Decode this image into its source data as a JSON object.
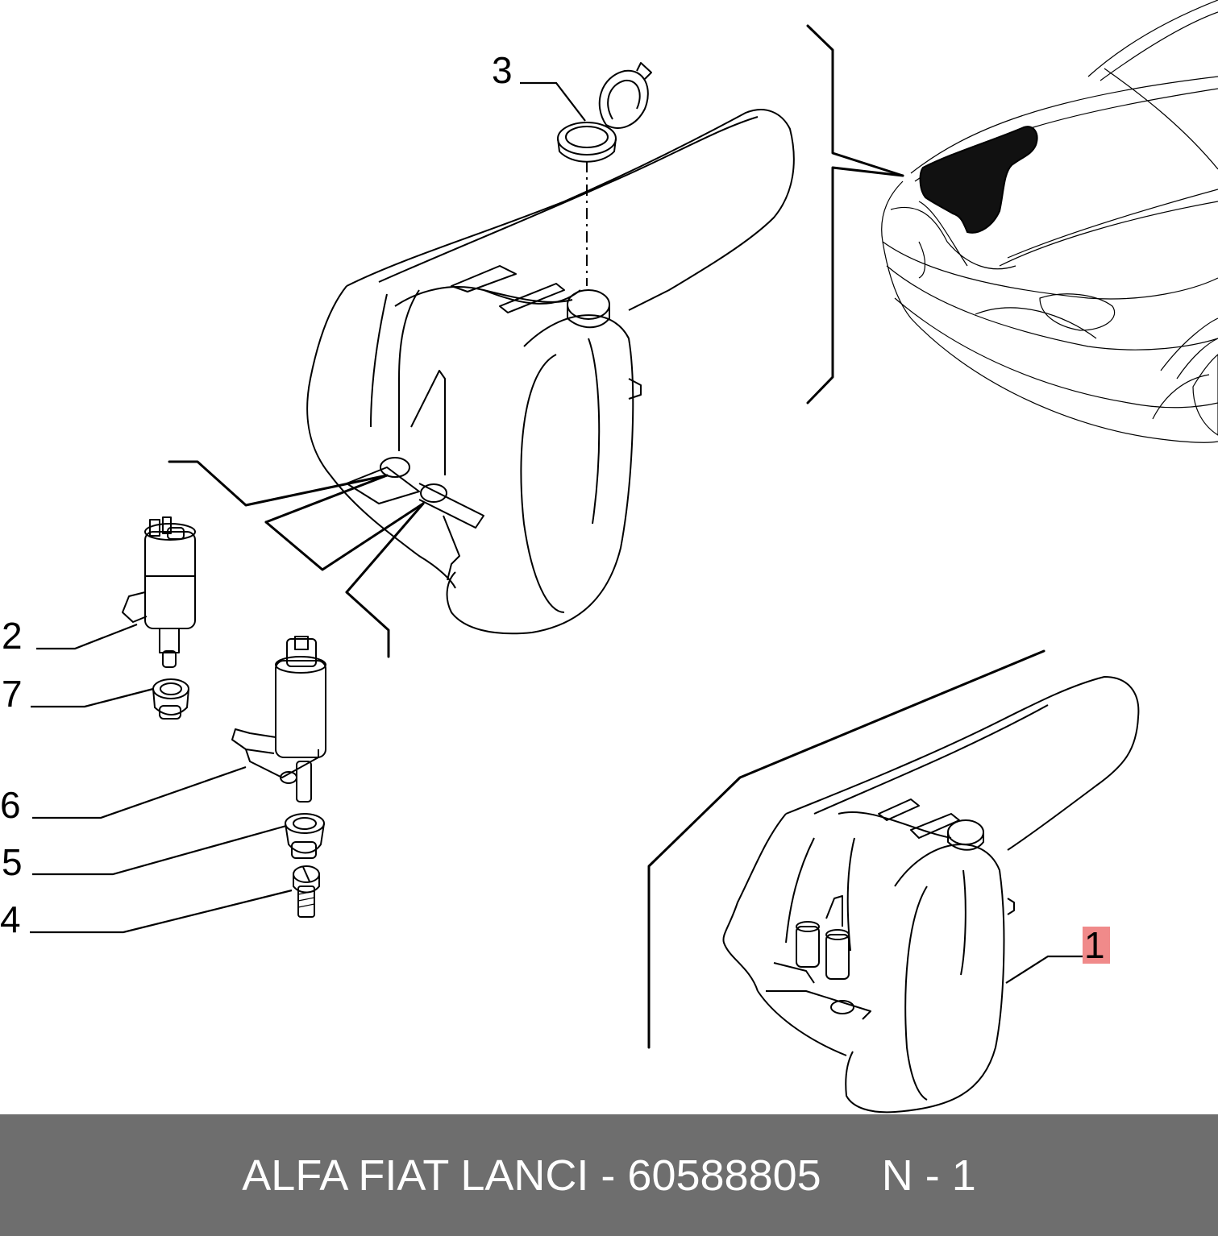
{
  "callouts": {
    "c1": "1",
    "c2": "2",
    "c3": "3",
    "c4": "4",
    "c5": "5",
    "c6": "6",
    "c7": "7"
  },
  "footer": {
    "brand": "ALFA FIAT LANCI",
    "separator": " - ",
    "part_number": "60588805",
    "gap": "     ",
    "item_ref": "N - 1"
  },
  "colors": {
    "footer_bg": "#6e6e6e",
    "highlight": "#f08a8a",
    "line": "#000000"
  }
}
